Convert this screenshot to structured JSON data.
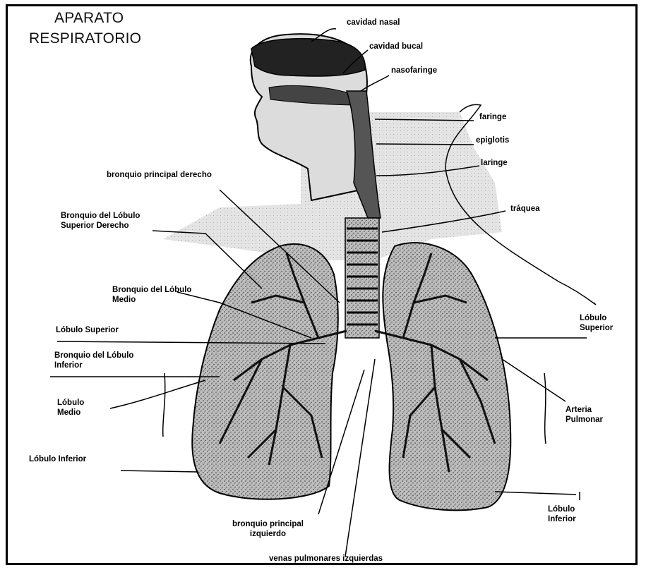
{
  "title": {
    "line1": "APARATO",
    "line2": "RESPIRATORIO"
  },
  "labels": {
    "cavidad_nasal": "cavidad nasal",
    "cavidad_bucal": "cavidad bucal",
    "nasofaringe": "nasofaringe",
    "faringe": "faringe",
    "epiglotis": "epiglotis",
    "laringe": "laringe",
    "traquea": "tráquea",
    "bronquio_principal_derecho": "bronquio principal derecho",
    "bronquio_lobulo_superior_derecho": [
      "Bronquio del Lóbulo",
      "Superior Derecho"
    ],
    "bronquio_lobulo_medio": [
      "Bronquio del Lóbulo",
      "Medio"
    ],
    "lobulo_superior_izq": "Lóbulo Superior",
    "bronquio_lobulo_inferior": [
      "Bronquio del Lóbulo",
      "Inferior"
    ],
    "lobulo_medio": [
      "Lóbulo",
      "Medio"
    ],
    "lobulo_inferior_izq": "Lóbulo Inferior",
    "lobulo_superior_der": [
      "Lóbulo",
      "Superior"
    ],
    "arteria_pulmonar": [
      "Arteria",
      "Pulmonar"
    ],
    "lobulo_inferior_der": [
      "Lóbulo",
      "Inferior"
    ],
    "bronquio_principal_izquierdo": [
      "bronquio principal",
      "izquierdo"
    ],
    "venas_pulmonares_izquierdas": "venas pulmonares izquierdas"
  },
  "colors": {
    "ink": "#000000",
    "shade": "#c9c9c9",
    "lung": "#8a8a8a",
    "bg": "#ffffff"
  }
}
